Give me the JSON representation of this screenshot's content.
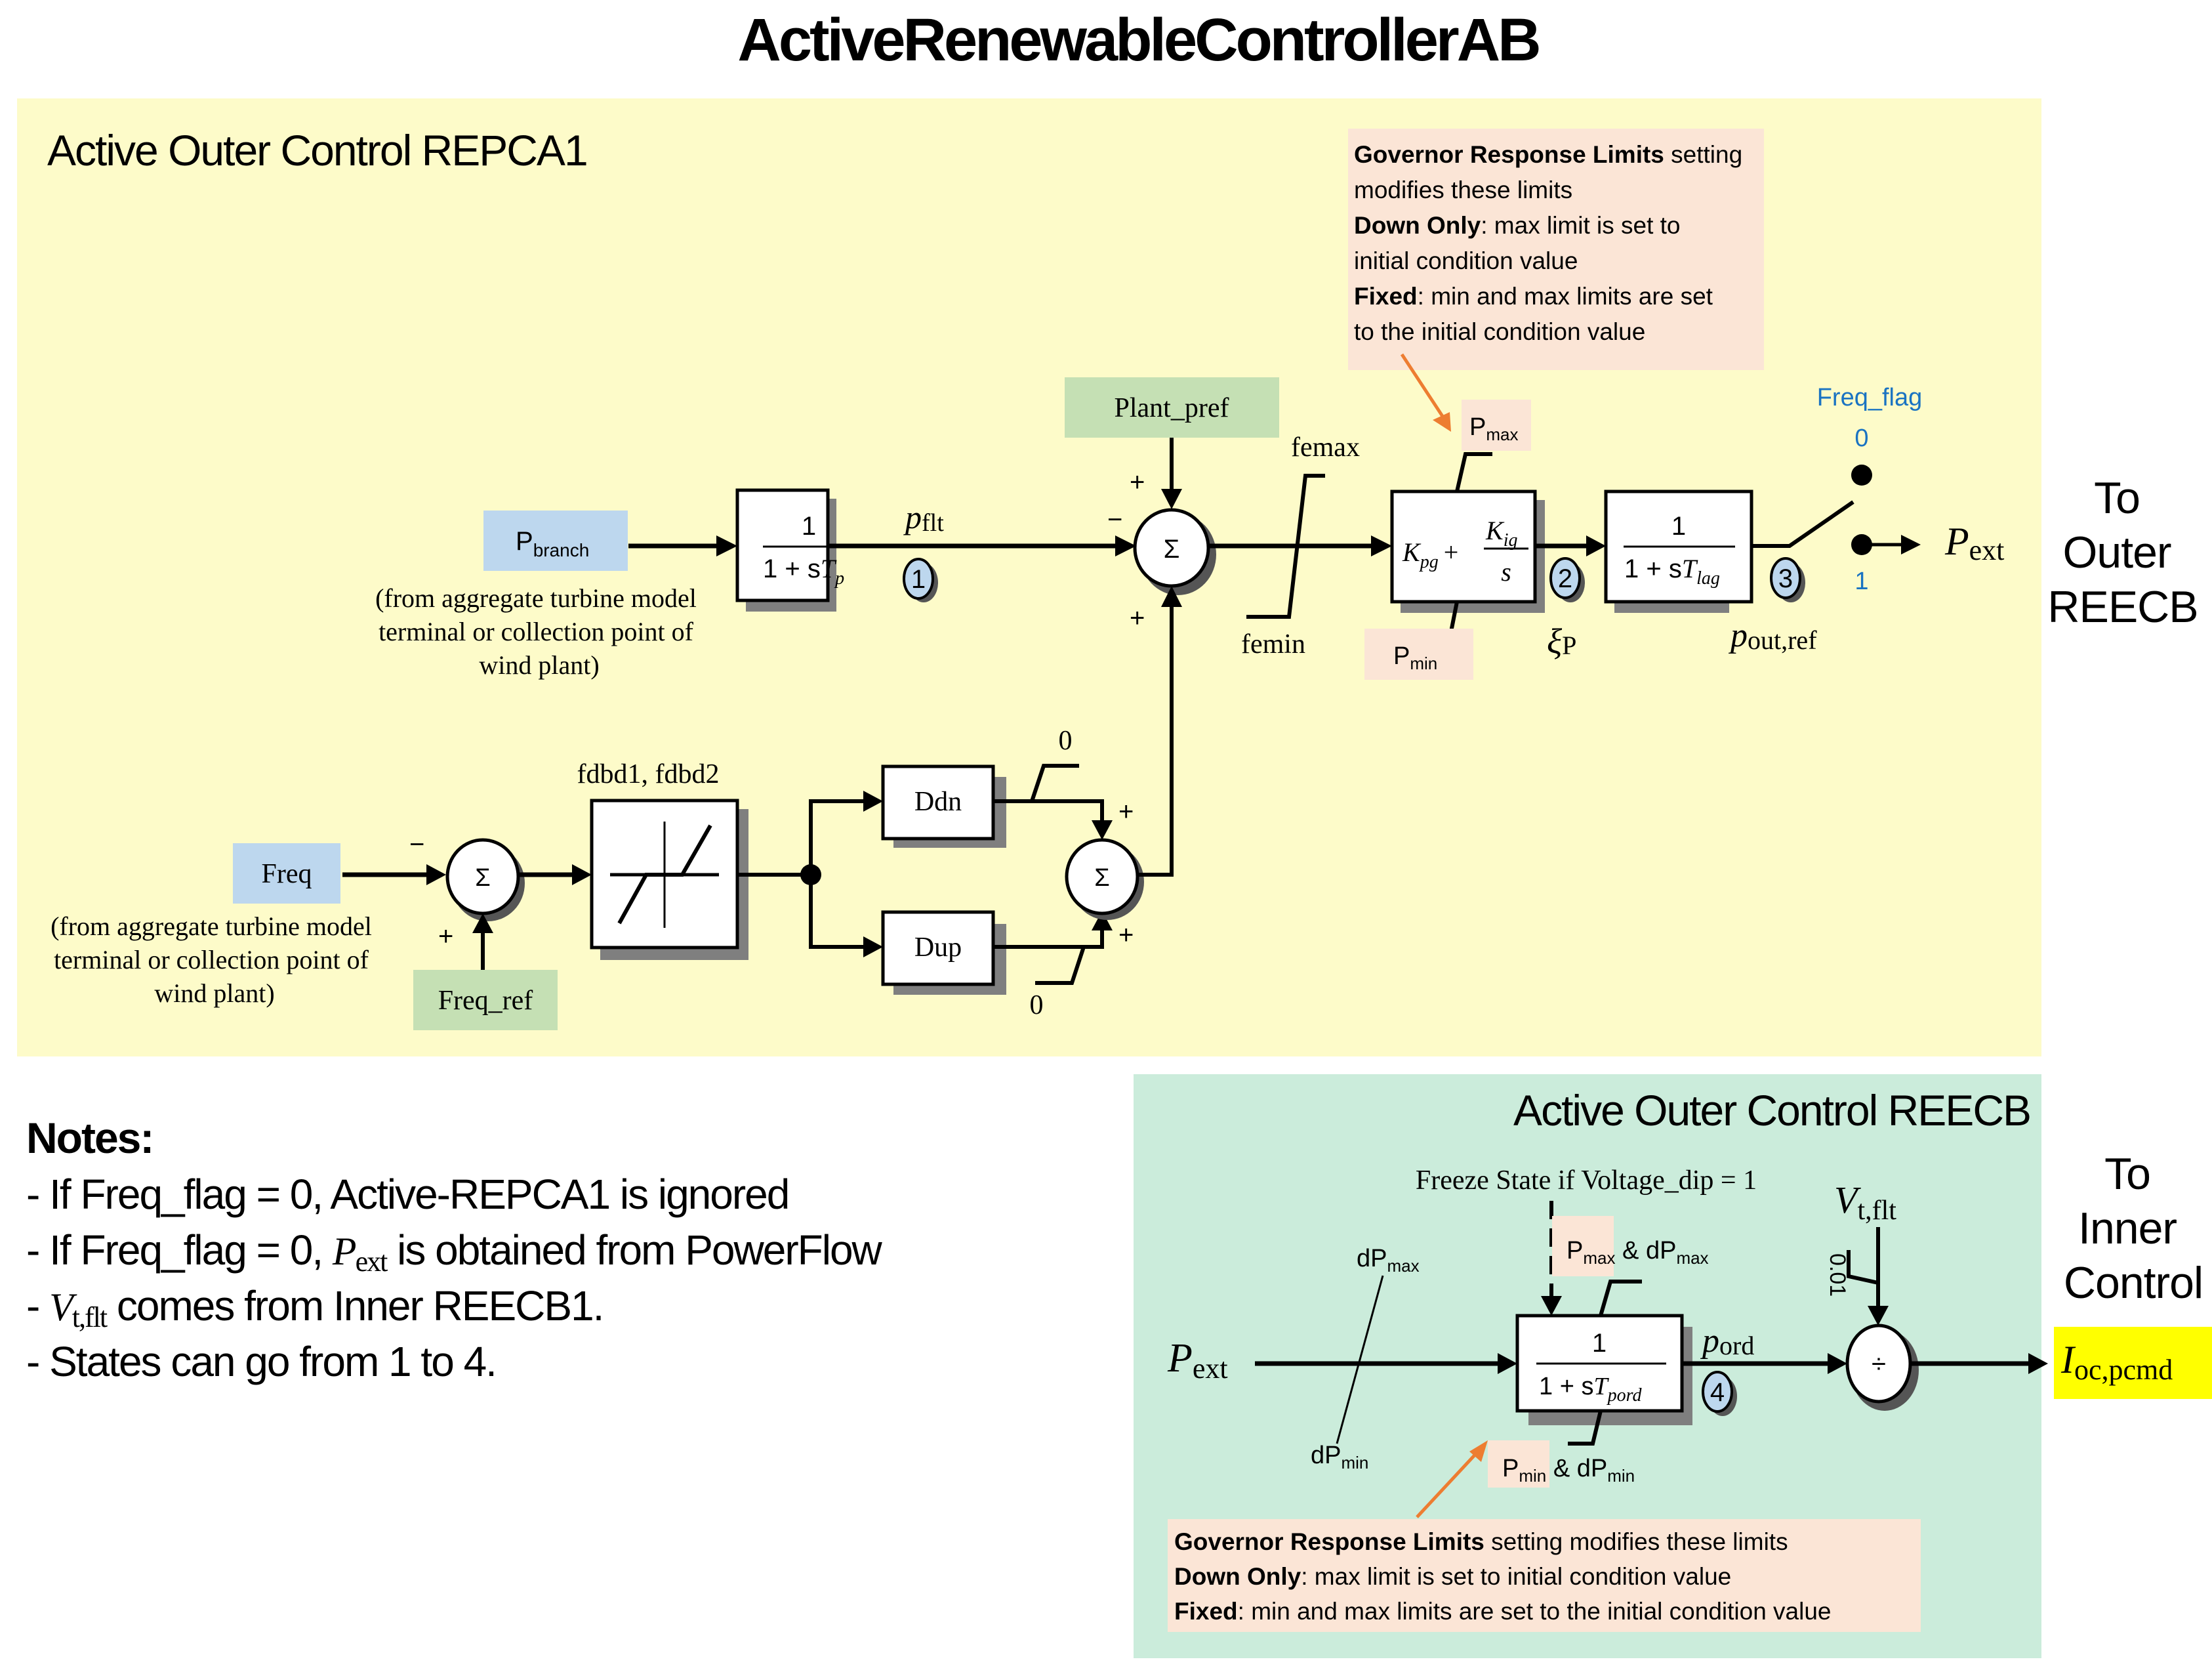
{
  "title": "ActiveRenewableControllerAB",
  "colors": {
    "repca_panel": "#fdfbc9",
    "reecb_panel": "#cbecdb",
    "input_blue": "#bdd7ee",
    "ref_green": "#c5e0b4",
    "limit_pink": "#fbe5d6",
    "state_badge": "#bdd7ee",
    "arrow_orange": "#ed7d31",
    "flag_blue": "#1a73c2",
    "output_yellow": "#ffff00",
    "shadow": "#7f7f7f"
  },
  "repca": {
    "title": "Active Outer Control REPCA1",
    "inputs": {
      "pbranch": {
        "main": "P",
        "sub": "branch"
      },
      "pbranch_note": [
        "(from aggregate turbine model",
        "terminal or collection point of",
        "wind plant)"
      ],
      "freq": "Freq",
      "freq_note": [
        "(from aggregate turbine model",
        "terminal or collection point of",
        "wind plant)"
      ],
      "freq_ref": "Freq_ref",
      "plant_pref": "Plant_pref"
    },
    "blocks": {
      "filter": {
        "num": "1",
        "den_prefix": "1 + s",
        "den_T": "T",
        "den_sub": "p"
      },
      "pi": {
        "kp": "K",
        "kp_sub": "pg",
        "plus": "+",
        "ki": "K",
        "ki_sub": "ig",
        "den": "s"
      },
      "lag": {
        "num": "1",
        "den_prefix": "1 + s",
        "den_T": "T",
        "den_sub": "lag"
      },
      "deadband_label": "fdbd1, fdbd2",
      "ddn": "Ddn",
      "dup": "Dup"
    },
    "signals": {
      "p_flt": {
        "main": "p",
        "sub": "flt"
      },
      "xi_p": {
        "main": "ξ",
        "sub": "P"
      },
      "p_out_ref": {
        "main": "p",
        "sub": "out,ref"
      },
      "p_ext": {
        "main": "P",
        "sub": "ext"
      }
    },
    "limits": {
      "femax": "femax",
      "femin": "femin",
      "pmax": {
        "main": "P",
        "sub": "max"
      },
      "pmin": {
        "main": "P",
        "sub": "min"
      },
      "ddn_limit": "0",
      "dup_limit": "0"
    },
    "signs": {
      "sum_main_left": "−",
      "sum_main_top": "+",
      "sum_main_bottom": "+",
      "sum_freq_left": "−",
      "sum_freq_bottom": "+",
      "sum_d_top": "+",
      "sum_d_bottom": "+"
    },
    "sum_symbol": "Σ",
    "switch": {
      "label": "Freq_flag",
      "pos0": "0",
      "pos1": "1"
    },
    "states": [
      "1",
      "2",
      "3"
    ],
    "callout": {
      "lines": [
        [
          {
            "b": "Governor Response Limits"
          },
          {
            "t": " setting"
          }
        ],
        [
          {
            "t": "modifies these limits"
          }
        ],
        [
          {
            "b": "Down Only"
          },
          {
            "t": ": max limit is set to"
          }
        ],
        [
          {
            "t": "initial condition value"
          }
        ],
        [
          {
            "b": "Fixed"
          },
          {
            "t": ": min and max limits are set"
          }
        ],
        [
          {
            "t": "to the initial condition value"
          }
        ]
      ]
    },
    "destination": [
      "To",
      "Outer",
      "REECB"
    ]
  },
  "notes": {
    "heading": "Notes:",
    "items": [
      {
        "pre": "- If Freq_flag = 0, Active-REPCA1 is ignored"
      },
      {
        "pre": "- If Freq_flag = 0, ",
        "math": "P",
        "math_sub": "ext",
        "post": " is obtained from PowerFlow"
      },
      {
        "pre": "- ",
        "math": "V",
        "math_sub": "t,flt",
        "post": " comes from Inner REECB1."
      },
      {
        "pre": "- States can go from 1 to 4."
      }
    ]
  },
  "reecb": {
    "title": "Active Outer Control REECB",
    "freeze_label": "Freeze State if Voltage_dip = 1",
    "input": {
      "main": "P",
      "sub": "ext"
    },
    "rate_limits": {
      "top": {
        "main": "dP",
        "sub": "max"
      },
      "bottom": {
        "main": "dP",
        "sub": "min"
      }
    },
    "block": {
      "num": "1",
      "den_prefix": "1 + s",
      "den_T": "T",
      "den_sub": "pord"
    },
    "upper_limit": {
      "p": "P",
      "p_sub": "max",
      "amp": " & dP",
      "d_sub": "max"
    },
    "lower_limit": {
      "p": "P",
      "p_sub": "min",
      "amp": " & dP",
      "d_sub": "min"
    },
    "p_ord": {
      "main": "p",
      "sub": "ord"
    },
    "state": "4",
    "vt": {
      "main": "V",
      "sub": "t,flt"
    },
    "vt_min": "0.01",
    "divide_symbol": "÷",
    "output": {
      "main": "I",
      "sub": "oc,pcmd"
    },
    "callout": {
      "lines": [
        [
          {
            "b": "Governor Response Limits"
          },
          {
            "t": " setting modifies these limits"
          }
        ],
        [
          {
            "b": "Down Only"
          },
          {
            "t": ": max limit is set to initial condition value"
          }
        ],
        [
          {
            "b": "Fixed"
          },
          {
            "t": ": min and max limits are set to the initial condition value"
          }
        ]
      ]
    },
    "destination": [
      "To",
      "Inner",
      "Control"
    ]
  }
}
